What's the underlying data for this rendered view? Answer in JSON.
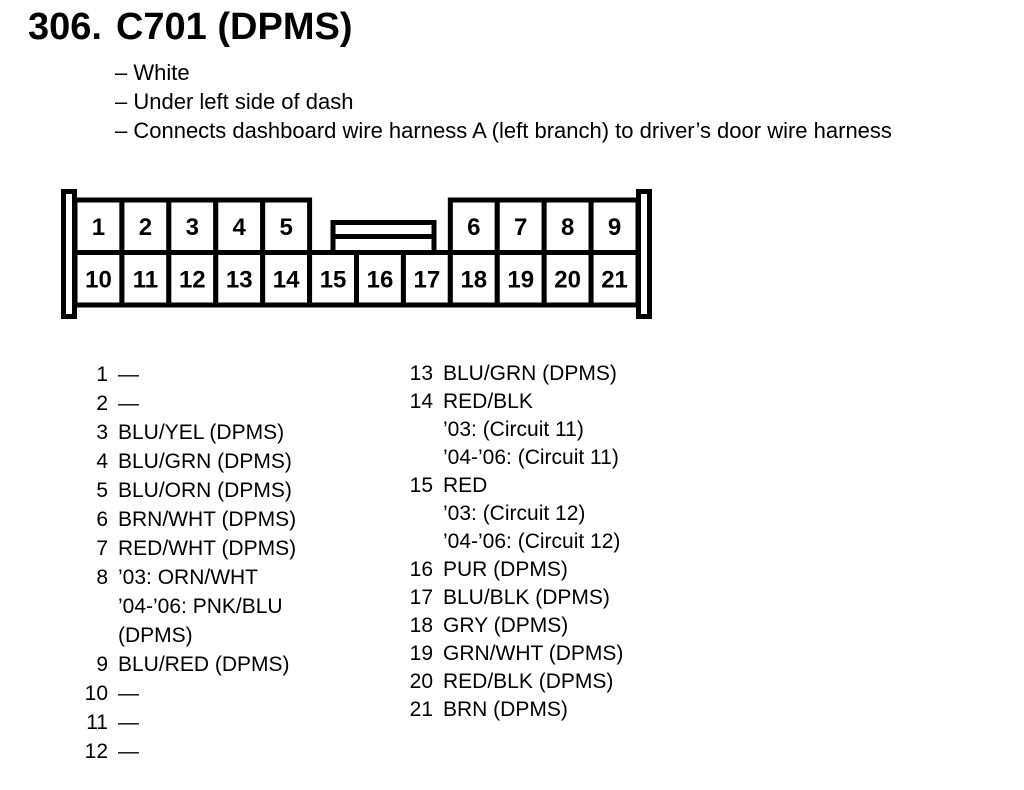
{
  "header": {
    "number": "306.",
    "title": "C701 (DPMS)"
  },
  "bullets": [
    "– White",
    "– Under left side of dash",
    "– Connects dashboard wire harness A (left branch) to driver’s door wire harness"
  ],
  "connector": {
    "top_left_pins": [
      "1",
      "2",
      "3",
      "4",
      "5"
    ],
    "top_right_pins": [
      "6",
      "7",
      "8",
      "9"
    ],
    "bottom_pins": [
      "10",
      "11",
      "12",
      "13",
      "14",
      "15",
      "16",
      "17",
      "18",
      "19",
      "20",
      "21"
    ],
    "line_color": "#000000",
    "fill_color": "#ffffff"
  },
  "pins_left": [
    {
      "num": "1",
      "lines": [
        "—"
      ]
    },
    {
      "num": "2",
      "lines": [
        "—"
      ]
    },
    {
      "num": "3",
      "lines": [
        "BLU/YEL (DPMS)"
      ]
    },
    {
      "num": "4",
      "lines": [
        "BLU/GRN (DPMS)"
      ]
    },
    {
      "num": "5",
      "lines": [
        "BLU/ORN (DPMS)"
      ]
    },
    {
      "num": "6",
      "lines": [
        "BRN/WHT (DPMS)"
      ]
    },
    {
      "num": "7",
      "lines": [
        "RED/WHT (DPMS)"
      ]
    },
    {
      "num": "8",
      "lines": [
        "’03: ORN/WHT",
        "’04-’06: PNK/BLU",
        "(DPMS)"
      ]
    },
    {
      "num": "9",
      "lines": [
        "BLU/RED (DPMS)"
      ]
    },
    {
      "num": "10",
      "lines": [
        "—"
      ]
    },
    {
      "num": "11",
      "lines": [
        "—"
      ]
    },
    {
      "num": "12",
      "lines": [
        "—"
      ]
    }
  ],
  "pins_right": [
    {
      "num": "13",
      "lines": [
        "BLU/GRN (DPMS)"
      ]
    },
    {
      "num": "14",
      "lines": [
        "RED/BLK",
        "’03: (Circuit 11)",
        "’04-’06: (Circuit 11)"
      ]
    },
    {
      "num": "15",
      "lines": [
        "RED",
        "’03: (Circuit 12)",
        "’04-’06: (Circuit 12)"
      ]
    },
    {
      "num": "16",
      "lines": [
        "PUR (DPMS)"
      ]
    },
    {
      "num": "17",
      "lines": [
        "BLU/BLK (DPMS)"
      ]
    },
    {
      "num": "18",
      "lines": [
        "GRY (DPMS)"
      ]
    },
    {
      "num": "19",
      "lines": [
        "GRN/WHT (DPMS)"
      ]
    },
    {
      "num": "20",
      "lines": [
        "RED/BLK (DPMS)"
      ]
    },
    {
      "num": "21",
      "lines": [
        "BRN (DPMS)"
      ]
    }
  ]
}
